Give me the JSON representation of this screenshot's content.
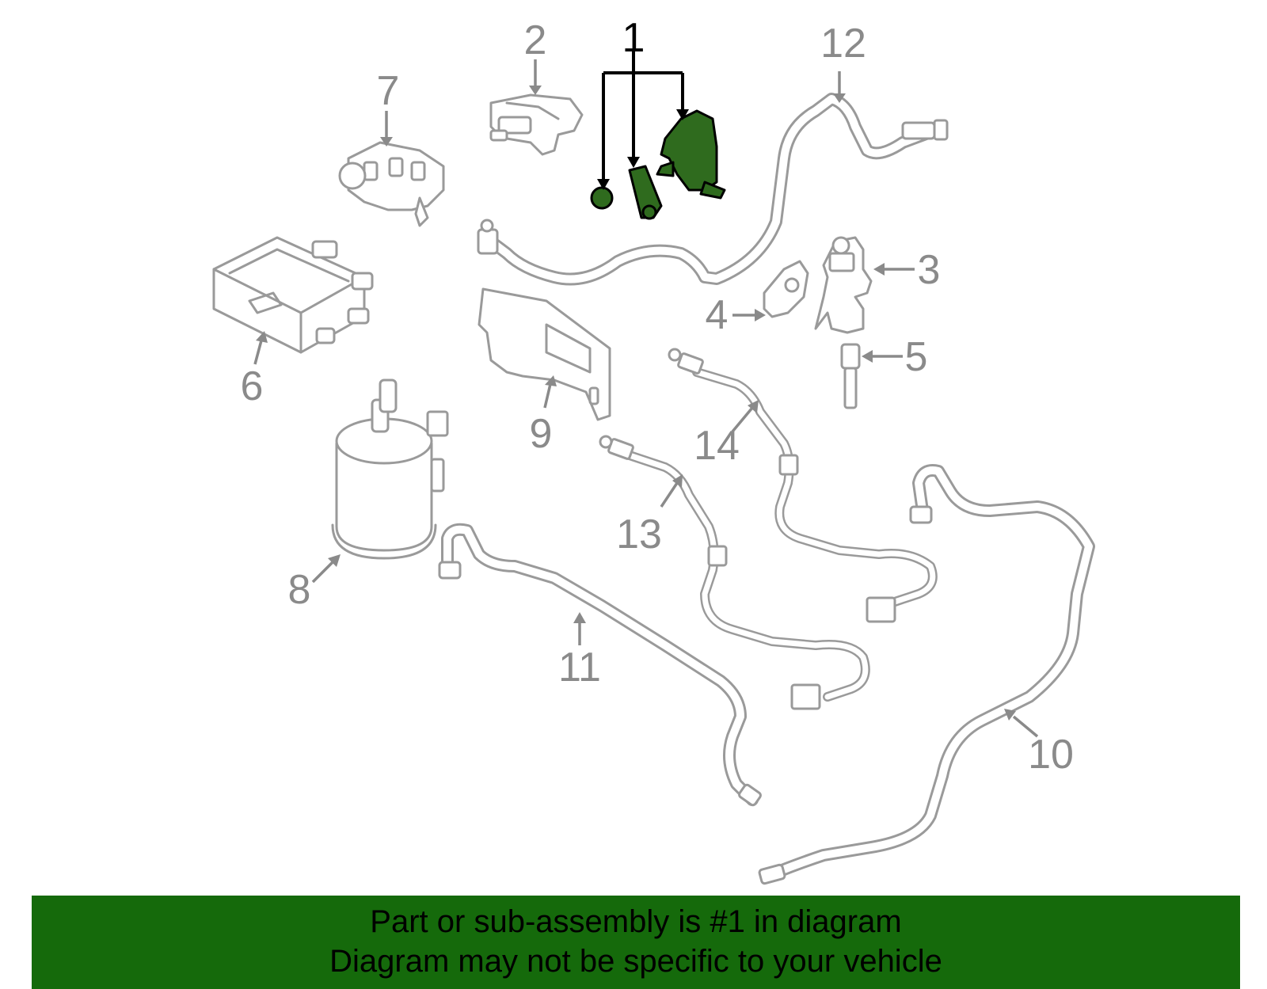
{
  "callouts": {
    "c1": "1",
    "c2": "2",
    "c3": "3",
    "c4": "4",
    "c5": "5",
    "c6": "6",
    "c7": "7",
    "c8": "8",
    "c9": "9",
    "c10": "10",
    "c11": "11",
    "c12": "12",
    "c13": "13",
    "c14": "14"
  },
  "banner": {
    "line1": "Part or sub-assembly is #1 in diagram",
    "line2": "Diagram may not be specific to your vehicle"
  },
  "colors": {
    "highlight_part": "#2f6b1e",
    "banner_background": "#156a0b",
    "line_art": "#9a9a9a"
  }
}
